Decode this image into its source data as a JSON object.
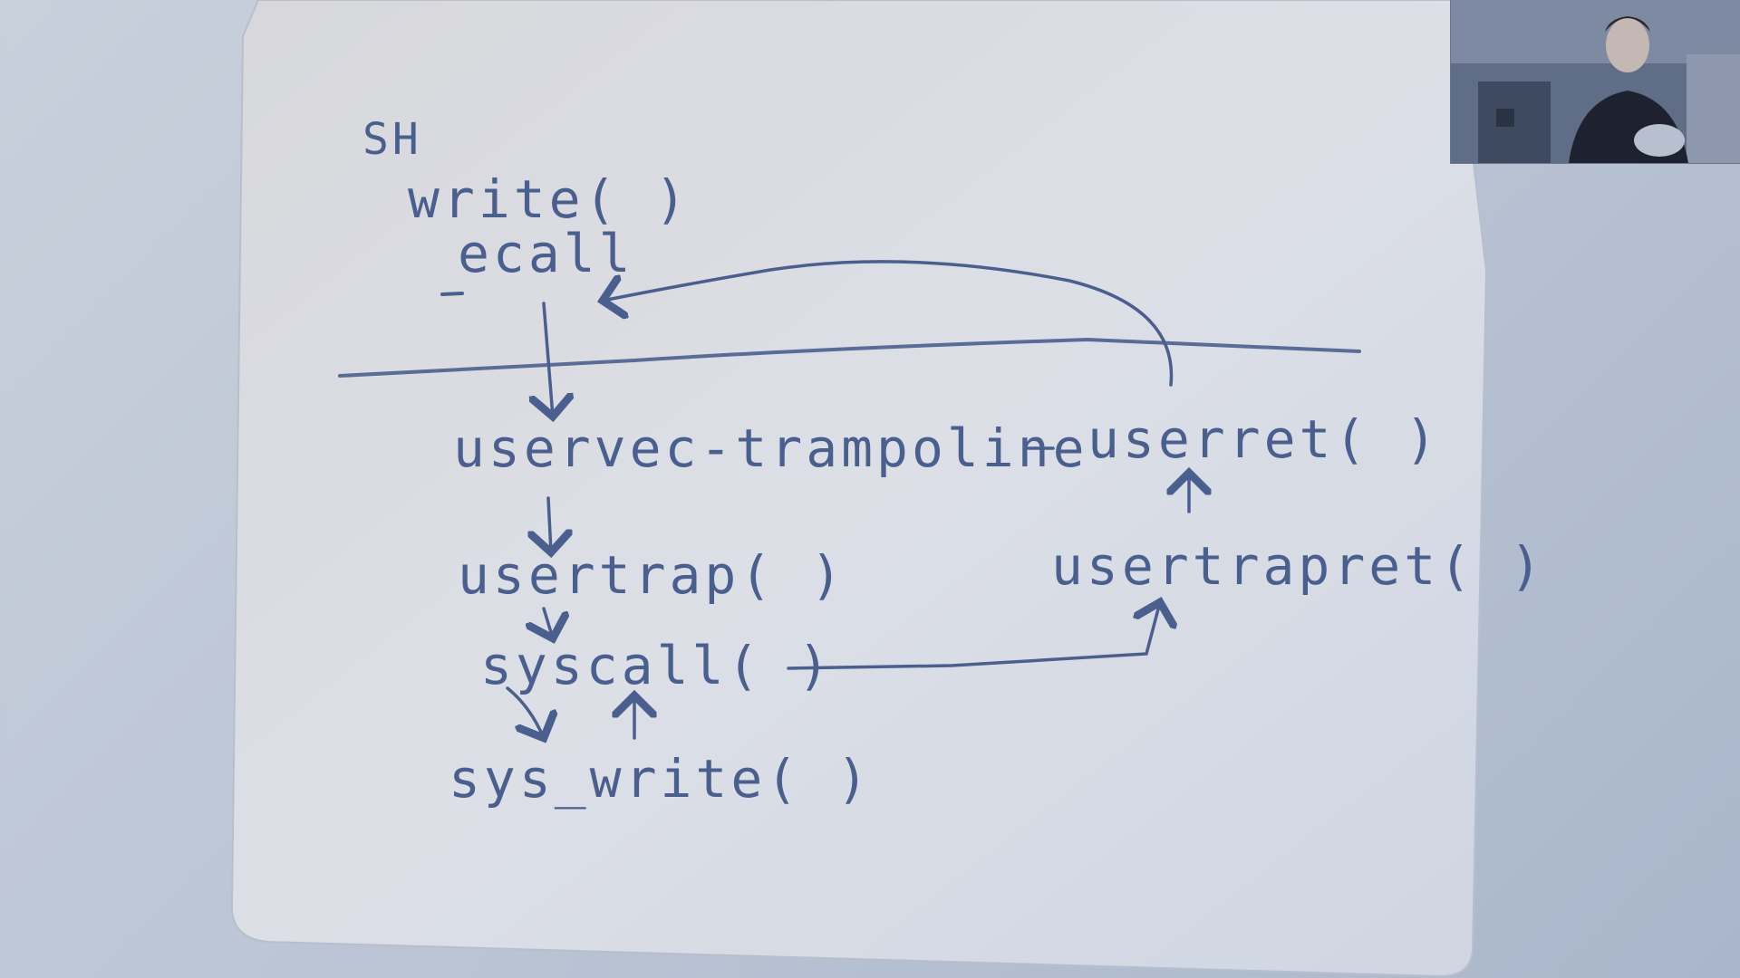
{
  "diagram": {
    "labels": {
      "sh": "SH",
      "write": "write( )",
      "ecall": "ecall",
      "uservec": "uservec-trampoline",
      "userret": "userret( )",
      "usertrap": "usertrap( )",
      "usertrapret": "usertrapret( )",
      "syscall": "syscall( )",
      "sys_write": "sys_write( )"
    },
    "ink_color": "#4a5f8e",
    "paper_color": "#e6e6e9"
  },
  "webcam": {
    "presenter": "lecturer-video-feed"
  }
}
